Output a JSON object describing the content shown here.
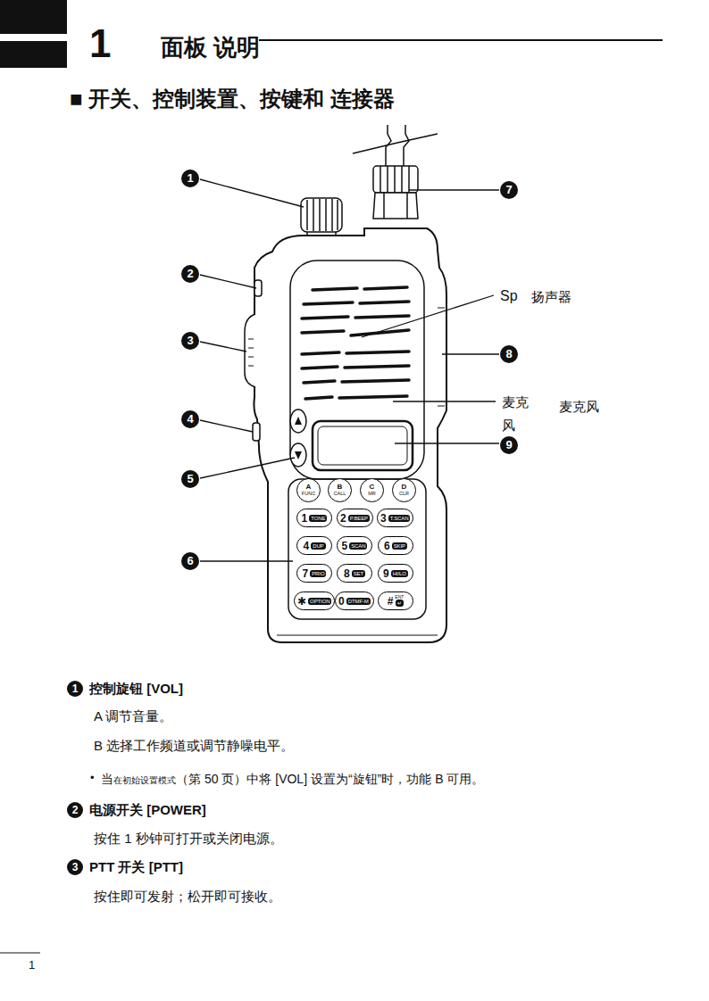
{
  "diagram": {
    "title": "面板 说明",
    "nodes": [
      {
        "text": [
          "A",
          "FUNC"
        ]
      },
      {
        "text": [
          "B",
          "CALL"
        ]
      },
      {
        "text": [
          "C",
          "MR"
        ]
      },
      {
        "text": [
          "D",
          "CLR"
        ]
      },
      {
        "text": [
          "1",
          "TONE"
        ]
      },
      {
        "text": [
          "2",
          "P.BEEP"
        ]
      },
      {
        "text": [
          "3",
          "T.SCAN"
        ]
      },
      {
        "text": [
          "4",
          "DUP"
        ]
      },
      {
        "text": [
          "5",
          "SCAN"
        ]
      },
      {
        "text": [
          "6",
          "SKIP"
        ]
      },
      {
        "text": [
          "7",
          "PRIO"
        ]
      },
      {
        "text": [
          "8",
          "SET"
        ]
      },
      {
        "text": [
          "9",
          "HI/LO"
        ]
      },
      {
        "text": [
          "✱",
          "OPTION"
        ]
      },
      {
        "text": [
          "0",
          "DTMF-M"
        ]
      },
      {
        "text": [
          "#",
          "ENT",
          "↵"
        ]
      }
    ],
    "labels": [
      "1",
      "■ 开关、控制装置、按键和 连接器",
      "1",
      "2",
      "3",
      "4",
      "5",
      "6",
      "7",
      "8",
      "9",
      "Sp",
      "扬声器",
      "麦克 风",
      "麦克风",
      "1",
      "控制旋钮 [VOL]",
      "A 调节音量。",
      "B 选择工作频道或调节静噪电平。",
      "•",
      "当",
      "在初始设置模式",
      "（第 50 页）中将 [VOL] 设置为“旋钮”时，功能 B 可用。",
      "2",
      "电源开关 [POWER]",
      "按住 1 秒钟可打开或关闭电源。",
      "3",
      "PTT 开关 [PTT]",
      "按住即可发射；松开即可接收。",
      "1"
    ]
  }
}
